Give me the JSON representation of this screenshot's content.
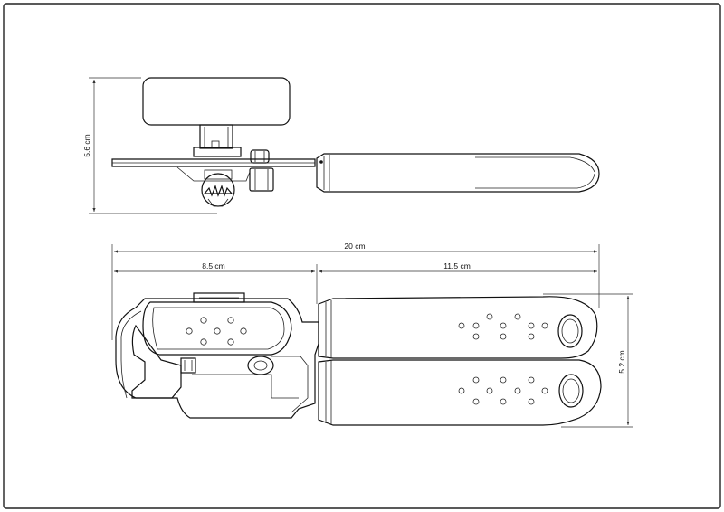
{
  "drawing": {
    "dimensions": {
      "side_height": "5.6 cm",
      "total_length": "20 cm",
      "head_length": "8.5 cm",
      "handle_length": "11.5 cm",
      "width": "5.2 cm"
    }
  }
}
